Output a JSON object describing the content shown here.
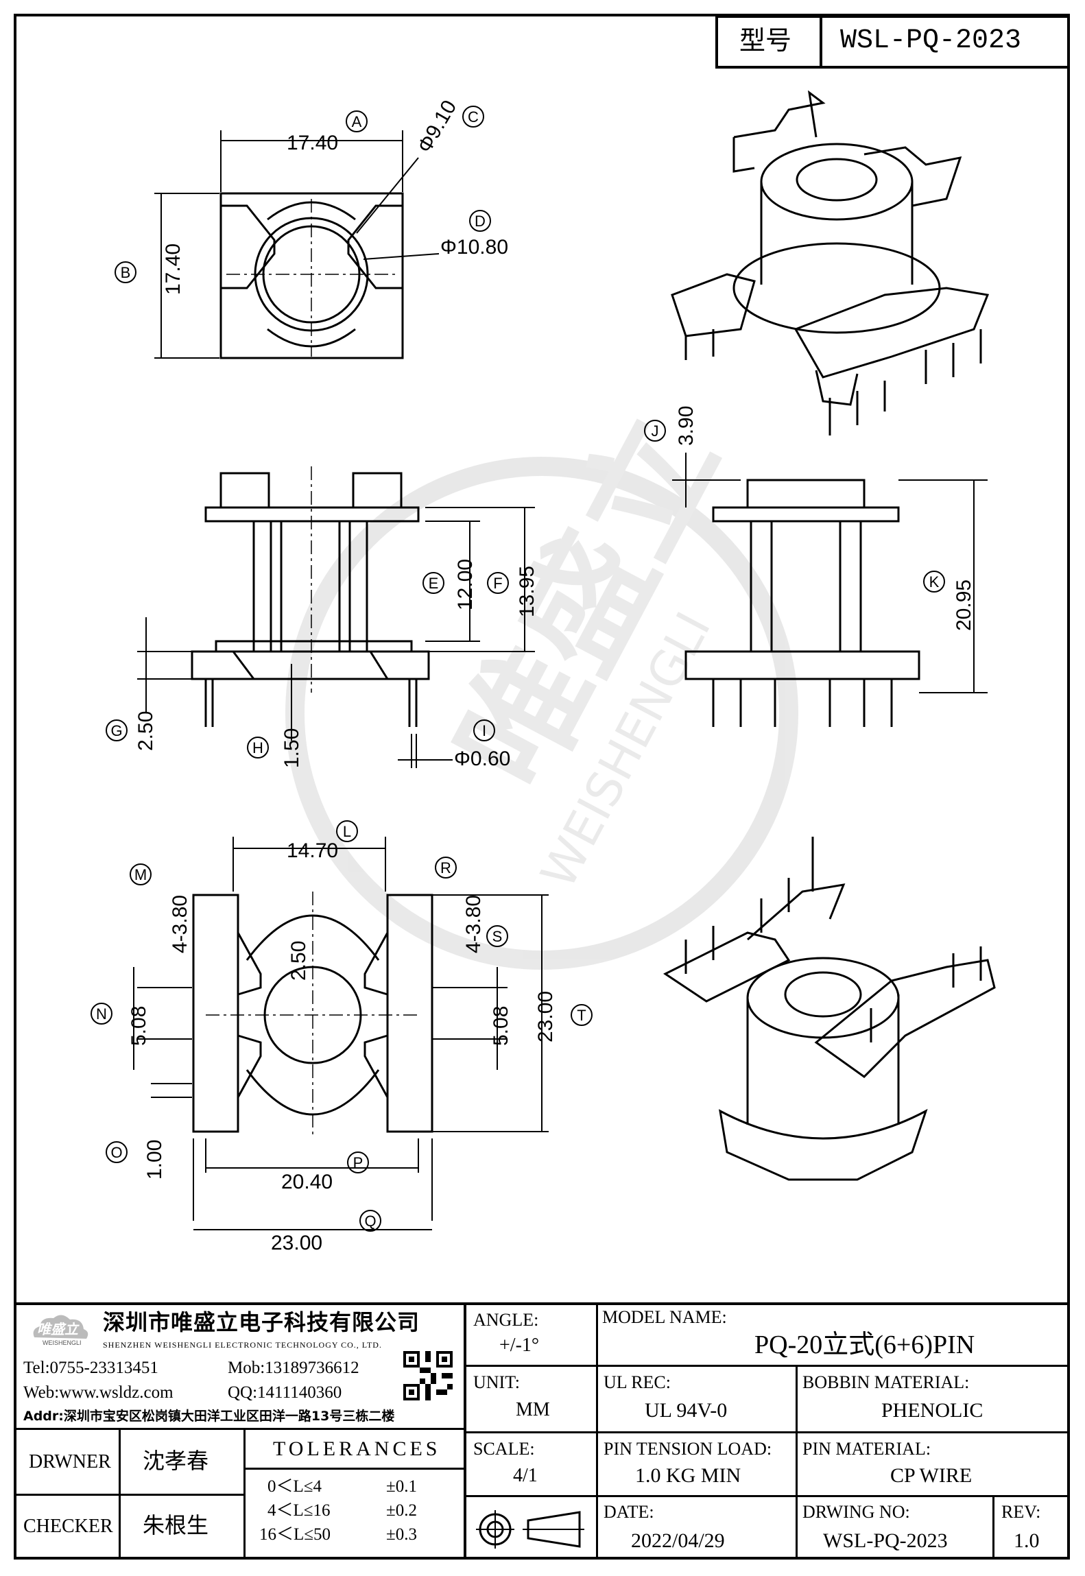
{
  "header": {
    "type_label": "型号",
    "type_value": "WSL-PQ-2023"
  },
  "dims": {
    "A": "17.40",
    "B": "17.40",
    "C": "Φ9.10",
    "D": "Φ10.80",
    "E": "12.00",
    "F": "13.95",
    "G": "2.50",
    "H": "1.50",
    "I": "Φ0.60",
    "J": "3.90",
    "K": "20.95",
    "L": "14.70",
    "M": "4-3.80",
    "R": "4-3.80",
    "S": "2.50",
    "N": "5.08",
    "N2": "5.08",
    "T": "23.00",
    "O": "1.00",
    "P": "20.40",
    "Q": "23.00"
  },
  "markers": [
    "A",
    "B",
    "C",
    "D",
    "E",
    "F",
    "G",
    "H",
    "I",
    "J",
    "K",
    "L",
    "M",
    "N",
    "O",
    "P",
    "Q",
    "R",
    "S",
    "T"
  ],
  "watermark": {
    "brand": "唯盛立",
    "sub": "WEISHENGLI"
  },
  "company": {
    "logo_text": "唯盛立",
    "logo_sub": "WEISHENGLI",
    "name_cn": "深圳市唯盛立电子科技有限公司",
    "name_en": "SHENZHEN WEISHENGLI ELECTRONIC TECHNOLOGY CO., LTD.",
    "tel": "Tel:0755-23313451",
    "mob": "Mob:13189736612",
    "web": "Web:www.wsldz.com",
    "qq": "QQ:1411140360",
    "addr": "Addr:深圳市宝安区松岗镇大田洋工业区田洋一路13号三栋二楼"
  },
  "titleblock": {
    "angle_label": "ANGLE:",
    "angle_value": "+/-1°",
    "model_label": "MODEL NAME:",
    "model_value": "PQ-20立式(6+6)PIN",
    "unit_label": "UNIT:",
    "unit_value": "MM",
    "ulrec_label": "UL REC:",
    "ulrec_value": "UL 94V-0",
    "bobbin_label": "BOBBIN MATERIAL:",
    "bobbin_value": "PHENOLIC",
    "scale_label": "SCALE:",
    "scale_value": "4/1",
    "tension_label": "PIN TENSION LOAD:",
    "tension_value": "1.0 KG MIN",
    "pinmat_label": "PIN MATERIAL:",
    "pinmat_value": "CP WIRE",
    "date_label": "DATE:",
    "date_value": "2022/04/29",
    "dwgno_label": "DRWING NO:",
    "dwgno_value": "WSL-PQ-2023",
    "rev_label": "REV:",
    "rev_value": "1.0",
    "drawer_label": "DRWNER",
    "drawer_name": "沈孝春",
    "checker_label": "CHECKER",
    "checker_name": "朱根生",
    "tolerances_label": "TOLERANCES",
    "tol1_range": "0＜L≤4",
    "tol1_value": "±0.1",
    "tol2_range": "4＜L≤16",
    "tol2_value": "±0.2",
    "tol3_range": "16＜L≤50",
    "tol3_value": "±0.3"
  }
}
